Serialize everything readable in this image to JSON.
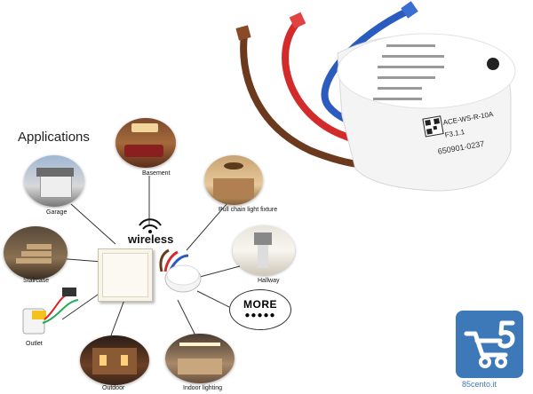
{
  "heading": "Applications",
  "signal_label": "wireless",
  "more_label": "MORE",
  "applications": [
    {
      "label": "Basement"
    },
    {
      "label": "Garage"
    },
    {
      "label": "Pull chain light fixture"
    },
    {
      "label": "Staircase"
    },
    {
      "label": "Hallway"
    },
    {
      "label": "Outlet"
    },
    {
      "label": "Outdoor"
    },
    {
      "label": "Indoor lighting"
    }
  ],
  "receiver": {
    "model": "ACE-WS-R-10A",
    "version": "F3.1.1",
    "serial": "650901-0237"
  },
  "brand": {
    "caption": "85cento.it",
    "color": "#3d79b9"
  }
}
